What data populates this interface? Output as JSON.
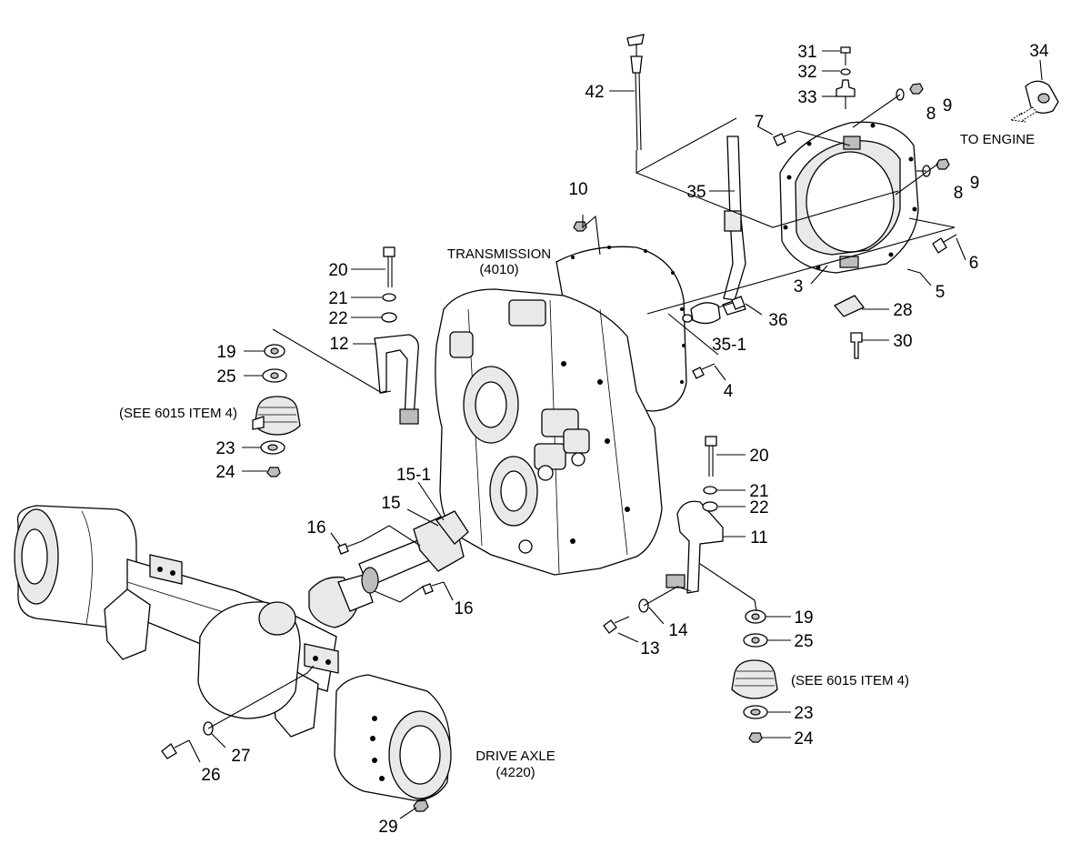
{
  "labels": {
    "transmission": "TRANSMISSION",
    "transmission_code": "(4010)",
    "drive_axle": "DRIVE AXLE",
    "drive_axle_code": "(4220)",
    "to_engine": "TO ENGINE",
    "see_6015_left": "(SEE 6015 ITEM 4)",
    "see_6015_right": "(SEE 6015 ITEM 4)"
  },
  "callouts": {
    "c3": "3",
    "c4": "4",
    "c5": "5",
    "c6": "6",
    "c7": "7",
    "c8a": "8",
    "c8b": "8",
    "c9a": "9",
    "c9b": "9",
    "c10": "10",
    "c11": "11",
    "c12": "12",
    "c13": "13",
    "c14": "14",
    "c15": "15",
    "c15_1": "15-1",
    "c16a": "16",
    "c16b": "16",
    "c19a": "19",
    "c19b": "19",
    "c20a": "20",
    "c20b": "20",
    "c21a": "21",
    "c21b": "21",
    "c22a": "22",
    "c22b": "22",
    "c23a": "23",
    "c23b": "23",
    "c24a": "24",
    "c24b": "24",
    "c25a": "25",
    "c25b": "25",
    "c26": "26",
    "c27": "27",
    "c28": "28",
    "c29": "29",
    "c30": "30",
    "c31": "31",
    "c32": "32",
    "c33": "33",
    "c34": "34",
    "c35": "35",
    "c35_1": "35-1",
    "c36": "36",
    "c42": "42"
  }
}
